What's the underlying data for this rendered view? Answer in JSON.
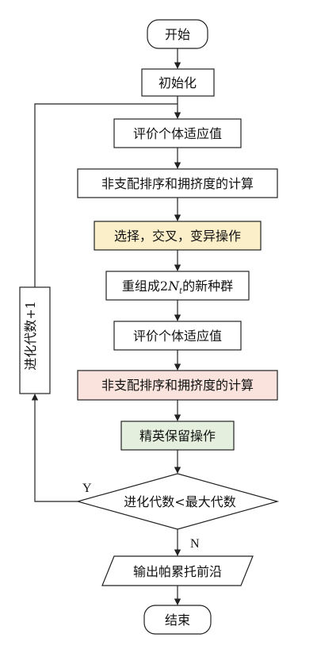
{
  "nodes": {
    "start": {
      "label": "开始"
    },
    "init": {
      "label": "初始化"
    },
    "eval1": {
      "label": "评价个体适应值"
    },
    "sort1": {
      "label": "非支配排序和拥挤度的计算"
    },
    "ops": {
      "label": "选择，交叉，变异操作",
      "fill": "#fbefc9"
    },
    "recombine": {
      "label_prefix": "重组成2",
      "label_var": "N",
      "label_sub": "t",
      "label_suffix": "的新种群"
    },
    "eval2": {
      "label": "评价个体适应值"
    },
    "sort2": {
      "label": "非支配排序和拥挤度的计算",
      "fill": "#f9e3dc"
    },
    "elite": {
      "label": "精英保留操作",
      "fill": "#e4efdd"
    },
    "decision": {
      "label": "进化代数<最大代数"
    },
    "output": {
      "label": "输出帕累托前沿"
    },
    "end": {
      "label": "结束"
    },
    "loop": {
      "label": "进化代数+1"
    }
  },
  "edges": {
    "yes_label": "Y",
    "no_label": "N"
  }
}
